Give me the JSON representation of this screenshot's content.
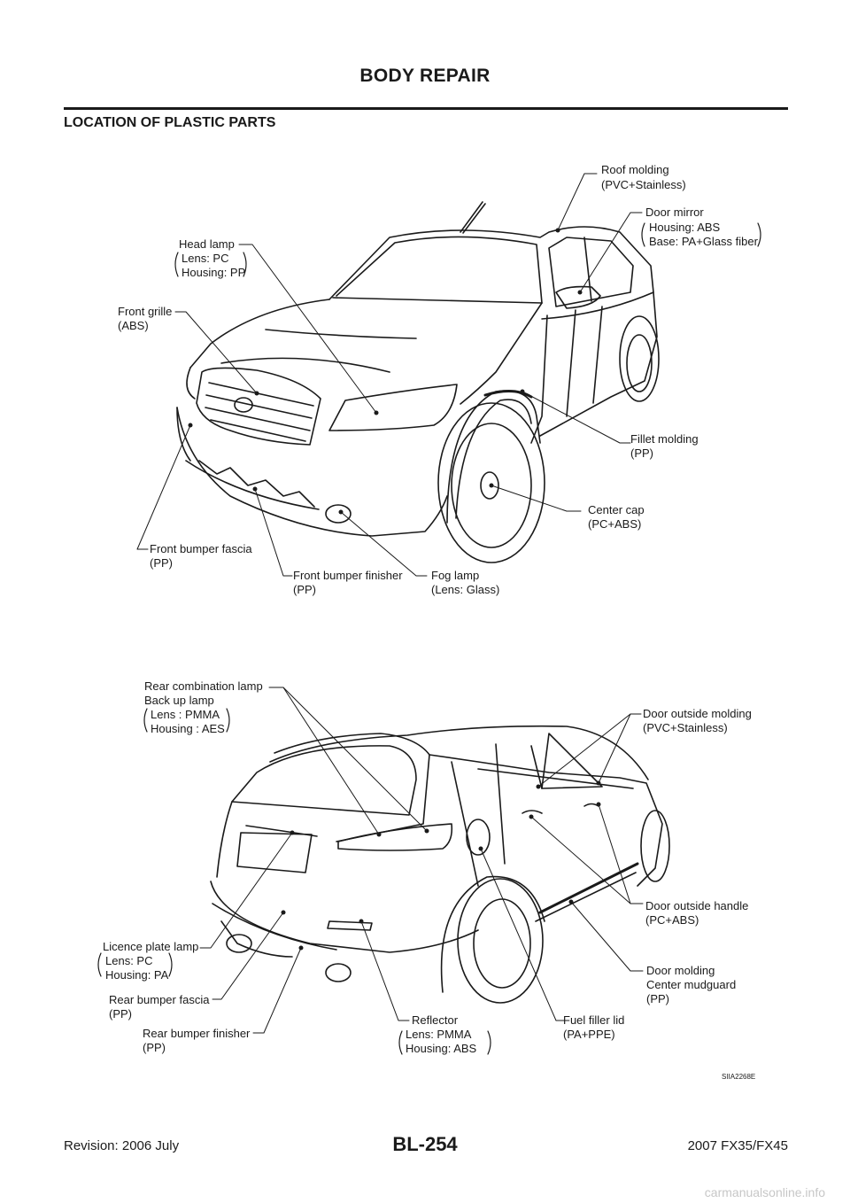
{
  "header": {
    "title": "BODY REPAIR",
    "section": "LOCATION OF PLASTIC PARTS"
  },
  "labels": {
    "roof_molding": [
      "Roof molding",
      "(PVC+Stainless)"
    ],
    "door_mirror": [
      "Door mirror",
      "Housing: ABS",
      "Base: PA+Glass fiber"
    ],
    "head_lamp": [
      "Head lamp",
      "Lens: PC",
      "Housing: PP"
    ],
    "front_grille": [
      "Front grille",
      "(ABS)"
    ],
    "fillet_molding": [
      "Fillet molding",
      "(PP)"
    ],
    "center_cap": [
      "Center cap",
      "(PC+ABS)"
    ],
    "front_bumper_fascia": [
      "Front bumper fascia",
      "(PP)"
    ],
    "front_bumper_finisher": [
      "Front bumper finisher",
      "(PP)"
    ],
    "fog_lamp": [
      "Fog lamp",
      "(Lens: Glass)"
    ],
    "rear_combination_lamp": [
      "Rear combination lamp",
      "Back up lamp",
      "Lens : PMMA",
      "Housing : AES"
    ],
    "door_outside_molding": [
      "Door outside molding",
      "(PVC+Stainless)"
    ],
    "door_outside_handle": [
      "Door outside handle",
      "(PC+ABS)"
    ],
    "licence_plate_lamp": [
      "Licence plate lamp",
      "Lens: PC",
      "Housing: PA"
    ],
    "door_molding": [
      "Door molding",
      "Center mudguard",
      "(PP)"
    ],
    "rear_bumper_fascia": [
      "Rear bumper fascia",
      "(PP)"
    ],
    "rear_bumper_finisher": [
      "Rear bumper finisher",
      "(PP)"
    ],
    "reflector": [
      "Reflector",
      "Lens: PMMA",
      "Housing: ABS"
    ],
    "fuel_filler_lid": [
      "Fuel filler lid",
      "(PA+PPE)"
    ]
  },
  "figure_id": "SIIA2268E",
  "footer": {
    "revision": "Revision: 2006 July",
    "page": "BL-254",
    "model": "2007 FX35/FX45"
  },
  "watermark": "carmanualsonline.info"
}
